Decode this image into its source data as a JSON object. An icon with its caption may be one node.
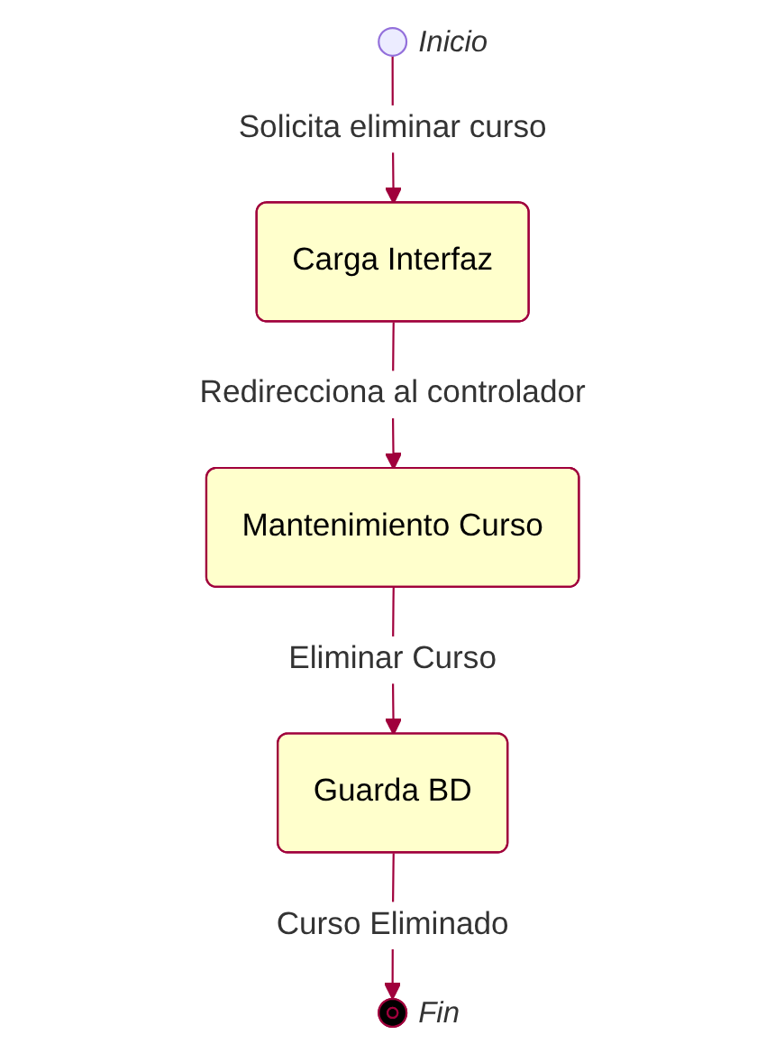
{
  "diagram": {
    "nodes": [
      {
        "text": [],
        "shape": "circle",
        "beside": [
          "Inicio"
        ]
      },
      {
        "text": [
          "Carga Interfaz"
        ]
      },
      {
        "text": [
          "Mantenimiento Curso"
        ]
      },
      {
        "text": [
          "Guarda BD"
        ]
      },
      {
        "text": [],
        "shape": "circle",
        "beside": [
          "Fin"
        ]
      }
    ],
    "edges": [
      {
        "from": 0,
        "to": 1,
        "arrow": "to",
        "label": "Solicita eliminar curso"
      },
      {
        "from": 1,
        "to": 2,
        "arrow": "to",
        "label": "Redirecciona al controlador"
      },
      {
        "from": 2,
        "to": 3,
        "arrow": "to",
        "label": "Eliminar Curso"
      },
      {
        "from": 3,
        "to": 4,
        "arrow": "to",
        "label": "Curso Eliminado"
      }
    ]
  }
}
